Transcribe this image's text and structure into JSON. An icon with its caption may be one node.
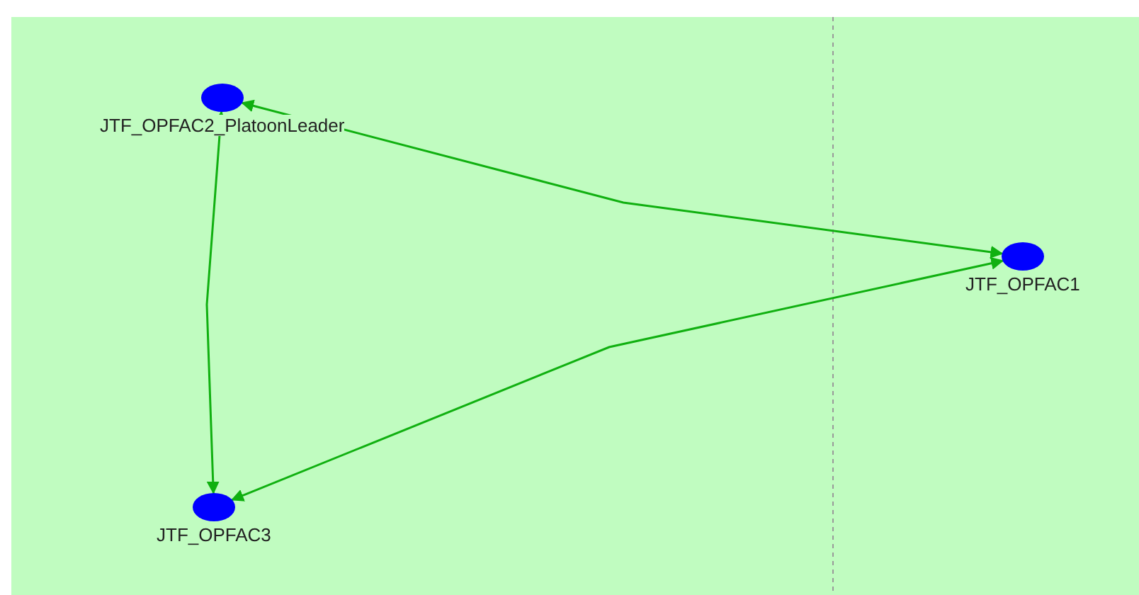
{
  "diagram": {
    "nodes": [
      {
        "text": [
          "JTF_OPFAC2_PlatoonLeader"
        ]
      },
      {
        "text": [
          "JTF_OPFAC1"
        ]
      },
      {
        "text": [
          "JTF_OPFAC3"
        ]
      }
    ],
    "edges": [
      {
        "from": 1,
        "to": 0,
        "arrow": "both"
      },
      {
        "from": 0,
        "to": 2,
        "arrow": "both"
      },
      {
        "from": 1,
        "to": 2,
        "arrow": "both"
      }
    ]
  }
}
